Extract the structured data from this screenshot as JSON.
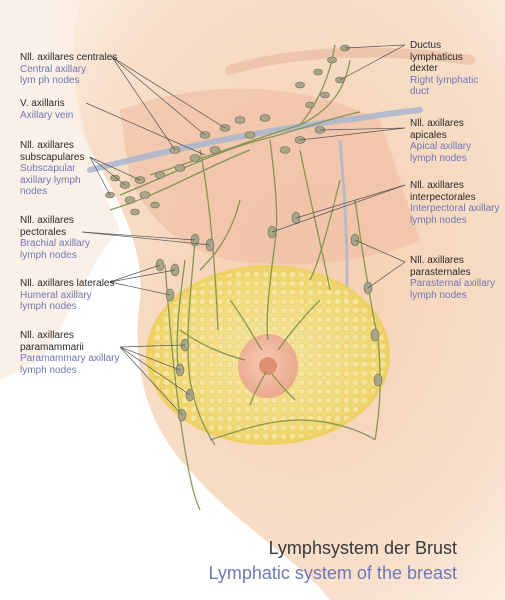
{
  "labels": [
    {
      "id": "centrales",
      "de": "Nll. axillares centrales",
      "en": "Central axillary\nlym ph nodes"
    },
    {
      "id": "vein",
      "de": "V. axillaris",
      "en": "Axillary vein"
    },
    {
      "id": "subscapulares",
      "de": "Nll. axillares\nsubscapulares",
      "en": "Subscapular\naxillary lymph\nnodes"
    },
    {
      "id": "pectorales",
      "de": "Nll. axillares\npectorales",
      "en": "Brachial axillary\nlymph nodes"
    },
    {
      "id": "laterales",
      "de": "Nll. axillares laterales",
      "en": "Humeral axillary\nlymph nodes"
    },
    {
      "id": "paramammarii",
      "de": "Nll. axillares\nparamammarii",
      "en": "Paramammary axillary\nlymph nodes"
    },
    {
      "id": "ductus",
      "de": "Ductus\nlymphaticus\ndexter",
      "en": "Right lymphatic\nduct"
    },
    {
      "id": "apicales",
      "de": "Nll. axillares\napicales",
      "en": "Apical axillary\nlymph nodes"
    },
    {
      "id": "interpectorales",
      "de": "Nll. axillares\ninterpectorales",
      "en": "Interpectoral axillary\nlymph nodes"
    },
    {
      "id": "parasternales",
      "de": "Nll. axillares\nparasternales",
      "en": "Parasternal axillary\nlymph nodes"
    }
  ],
  "title": {
    "de": "Lymphsystem der Brust",
    "en": "Lymphatic system of the breast"
  },
  "colors": {
    "skin": "#f6dcc4",
    "gland": "#f2dc7e",
    "vessel": "#7d8f4a",
    "node": "#a8a488",
    "vein": "#a9b6cf",
    "label_de": "#2b2b2b",
    "label_en": "#6f78b4"
  }
}
